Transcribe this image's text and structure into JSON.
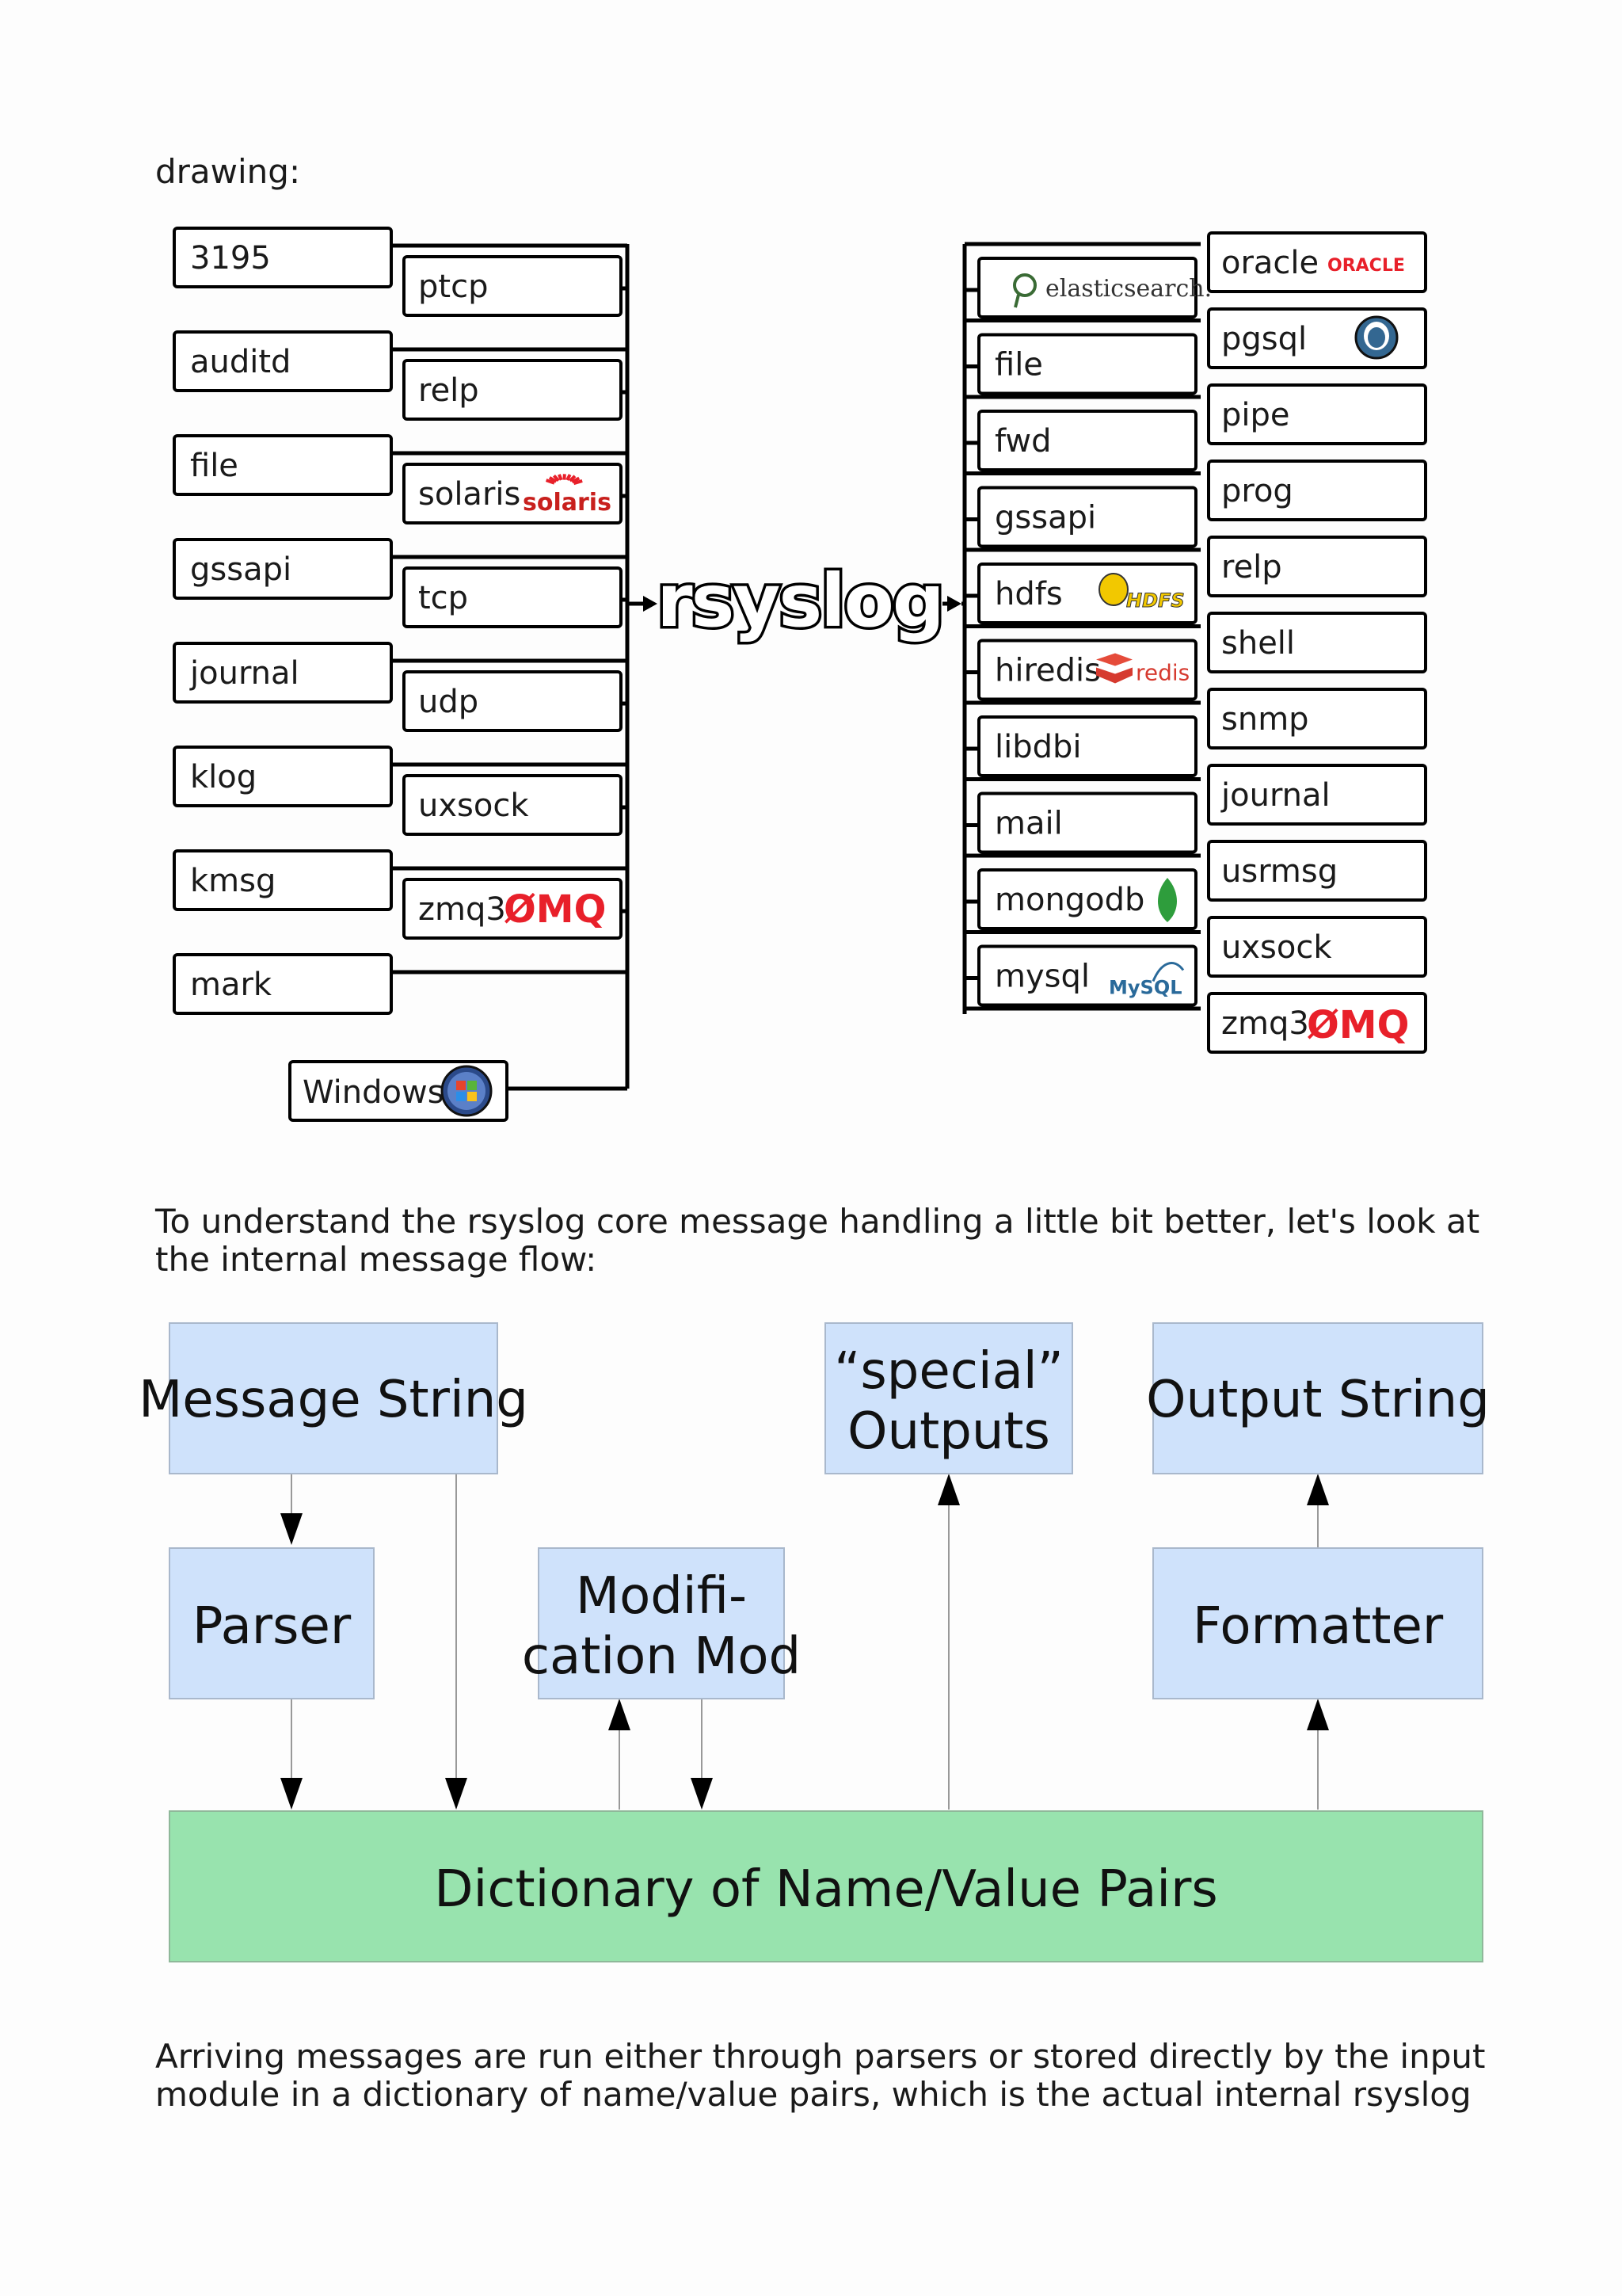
{
  "intro_label": "drawing:",
  "paragraph1": "To understand the rsyslog core message handling a little bit better, let's look at\nthe internal message flow:",
  "paragraph2": "Arriving messages are run either through parsers or stored directly by the input\nmodule in a dictionary of name/value pairs, which is the actual internal rsyslog",
  "diagram1": {
    "center": "rsyslog",
    "inputs_outer": [
      "3195",
      "auditd",
      "file",
      "gssapi",
      "journal",
      "klog",
      "kmsg",
      "mark"
    ],
    "inputs_inner": [
      "ptcp",
      "relp",
      "solaris",
      "tcp",
      "udp",
      "uxsock",
      "zmq3"
    ],
    "windows": "Windows",
    "outputs_inner": [
      "",
      "file",
      "fwd",
      "gssapi",
      "hdfs",
      "hiredis",
      "libdbi",
      "mail",
      "mongodb",
      "mysql"
    ],
    "outputs_outer": [
      "oracle",
      "pgsql",
      "pipe",
      "prog",
      "relp",
      "shell",
      "snmp",
      "journal",
      "usrmsg",
      "uxsock",
      "zmq3"
    ],
    "logos": {
      "solaris": "solaris",
      "zmq": "ØMQ",
      "elasticsearch": "elasticsearch.",
      "oracle": "ORACLE",
      "hdfs": "HDFS",
      "redis": "redis",
      "mysql": "MySQL"
    },
    "colors": {
      "zmq": "#e8202a",
      "oracle": "#e8202a",
      "redis": "#d63a2f",
      "mongodb": "#2e9d3c",
      "solaris": "#c8201d",
      "hdfs": "#f2c800"
    }
  },
  "diagram2": {
    "message_string": "Message String",
    "parser": "Parser",
    "modification_l1": "Modifi-",
    "modification_l2": "cation Mod",
    "special_l1": "“special”",
    "special_l2": "Outputs",
    "output_string": "Output String",
    "formatter": "Formatter",
    "dictionary": "Dictionary of Name/Value Pairs",
    "colors": {
      "box": "#cfe2fb",
      "dictionary": "#98e3ae"
    }
  }
}
